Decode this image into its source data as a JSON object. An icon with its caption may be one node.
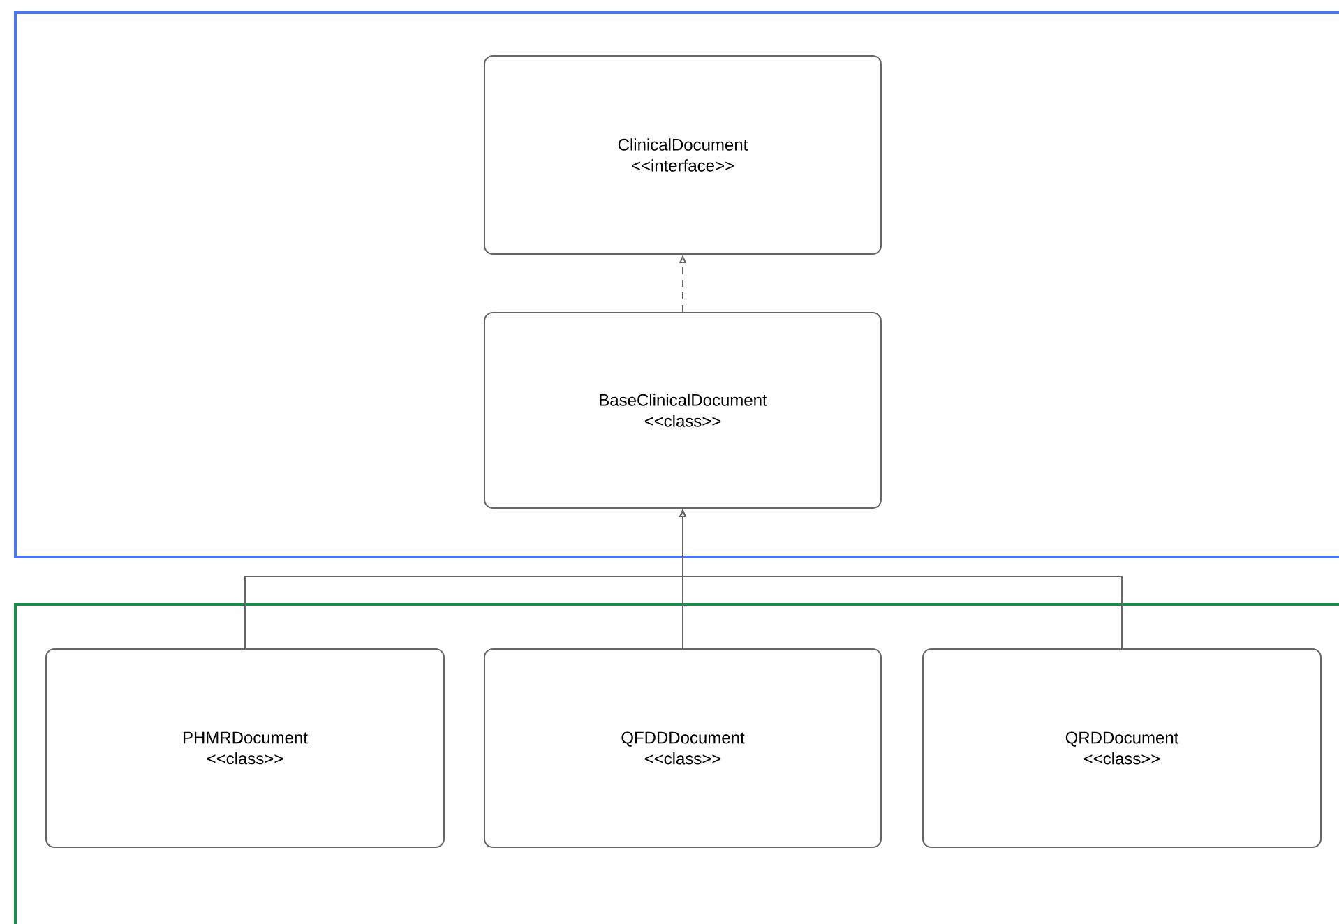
{
  "diagram": {
    "nodes": [
      {
        "text": [],
        "shape": "box"
      },
      {
        "text": [
          "ClinicalDocument",
          "<<interface>>"
        ],
        "in": 0
      },
      {
        "text": [
          "BaseClinicalDocument",
          "<<class>>"
        ],
        "in": 0
      },
      {
        "text": [],
        "shape": "box"
      },
      {
        "text": [
          "PHMRDocument",
          "<<class>>"
        ],
        "in": 3
      },
      {
        "text": [
          "QFDDDocument",
          "<<class>>"
        ],
        "in": 3
      },
      {
        "text": [
          "QRDDocument",
          "<<class>>"
        ],
        "in": 3
      }
    ],
    "edges": [
      {
        "from": 2,
        "to": 1,
        "arrow": "to",
        "style": "dashed"
      },
      {
        "from": 4,
        "to": 2,
        "arrow": "to"
      },
      {
        "from": 5,
        "to": 2,
        "arrow": "to"
      },
      {
        "from": 6,
        "to": 2,
        "arrow": "to"
      }
    ]
  }
}
